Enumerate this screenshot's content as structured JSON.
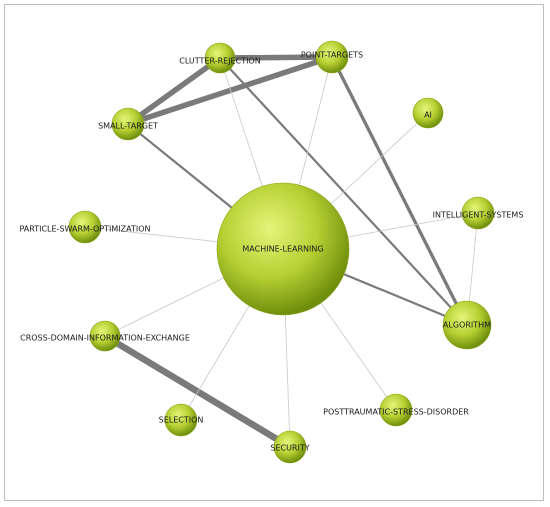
{
  "graph": {
    "nodes": [
      {
        "id": "machine-learning",
        "label": "MACHINE-LEARNING"
      },
      {
        "id": "algorithm",
        "label": "ALGORITHM"
      },
      {
        "id": "point-targets",
        "label": "POINT-TARGETS"
      },
      {
        "id": "clutter-rejection",
        "label": "CLUTTER-REJECTION"
      },
      {
        "id": "small-target",
        "label": "SMALL-TARGET"
      },
      {
        "id": "ai",
        "label": "AI"
      },
      {
        "id": "intelligent-systems",
        "label": "INTELLIGENT-SYSTEMS"
      },
      {
        "id": "particle-swarm-optimization",
        "label": "PARTICLE-SWARM-OPTIMIZATION"
      },
      {
        "id": "cross-domain-information-exchange",
        "label": "CROSS-DOMAIN-INFORMATION-EXCHANGE"
      },
      {
        "id": "selection",
        "label": "SELECTION"
      },
      {
        "id": "security",
        "label": "SECURITY"
      },
      {
        "id": "posttraumatic-stress-disorder",
        "label": "POSTTRAUMATIC-STRESS-DISORDER"
      }
    ],
    "edges": [
      {
        "source": "clutter-rejection",
        "target": "point-targets",
        "weight": 5
      },
      {
        "source": "small-target",
        "target": "point-targets",
        "weight": 5
      },
      {
        "source": "small-target",
        "target": "clutter-rejection",
        "weight": 5
      },
      {
        "source": "cross-domain-information-exchange",
        "target": "security",
        "weight": 6
      },
      {
        "source": "point-targets",
        "target": "algorithm",
        "weight": 3
      },
      {
        "source": "clutter-rejection",
        "target": "algorithm",
        "weight": 2
      },
      {
        "source": "machine-learning",
        "target": "algorithm",
        "weight": 2
      },
      {
        "source": "small-target",
        "target": "machine-learning",
        "weight": 2
      },
      {
        "source": "machine-learning",
        "target": "point-targets",
        "weight": 1
      },
      {
        "source": "machine-learning",
        "target": "clutter-rejection",
        "weight": 1
      },
      {
        "source": "machine-learning",
        "target": "ai",
        "weight": 1
      },
      {
        "source": "machine-learning",
        "target": "intelligent-systems",
        "weight": 1
      },
      {
        "source": "machine-learning",
        "target": "particle-swarm-optimization",
        "weight": 1
      },
      {
        "source": "machine-learning",
        "target": "cross-domain-information-exchange",
        "weight": 1
      },
      {
        "source": "machine-learning",
        "target": "selection",
        "weight": 1
      },
      {
        "source": "machine-learning",
        "target": "security",
        "weight": 1
      },
      {
        "source": "machine-learning",
        "target": "posttraumatic-stress-disorder",
        "weight": 1
      },
      {
        "source": "intelligent-systems",
        "target": "algorithm",
        "weight": 1
      }
    ],
    "colors": {
      "node_fill_light": "#d8ec5a",
      "node_fill_dark": "#6f8f0c",
      "edge": "#7a7a7a",
      "edge_light": "#c8c8c8",
      "border": "#bdbdbd"
    }
  }
}
